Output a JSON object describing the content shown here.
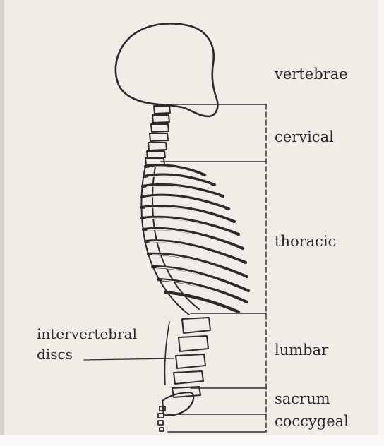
{
  "labels": {
    "vertebrae": "vertebrae",
    "cervical": "cervical",
    "thoracic": "thoracic",
    "lumbar": "lumbar",
    "sacrum": "sacrum",
    "coccygeal": "coccygeal",
    "intervertebral_line1": "intervertebral",
    "intervertebral_line2": "discs"
  },
  "colors": {
    "page": "#f1ece6",
    "ink": "#2d2a2a"
  },
  "regions": [
    {
      "name": "cervical",
      "vertebra_count": 7
    },
    {
      "name": "thoracic",
      "vertebra_count": 12
    },
    {
      "name": "lumbar",
      "vertebra_count": 5
    },
    {
      "name": "sacrum"
    },
    {
      "name": "coccygeal"
    }
  ]
}
